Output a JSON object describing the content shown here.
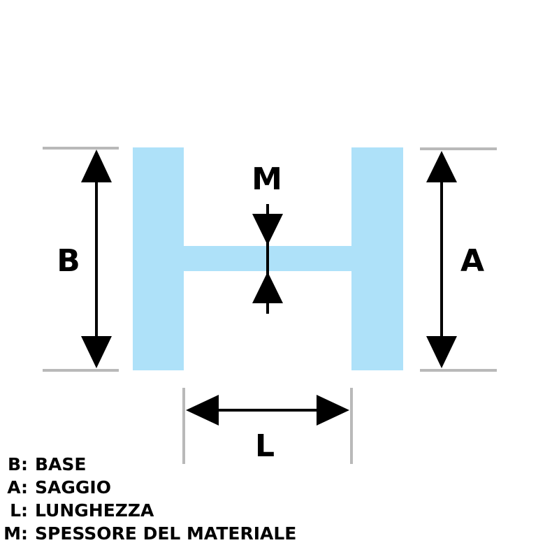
{
  "colors": {
    "profile_fill": "#aee1f9",
    "arrow": "#000000",
    "extension_line": "#b9b9b9",
    "text": "#000000"
  },
  "dimension_labels": {
    "base": "B",
    "height": "A",
    "length": "L",
    "thickness": "M"
  },
  "legend": [
    {
      "key": "B:",
      "text": "BASE"
    },
    {
      "key": "A:",
      "text": "SAGGIO"
    },
    {
      "key": "L:",
      "text": "LUNGHEZZA"
    },
    {
      "key": "M:",
      "text": "SPESSORE DEL MATERIALE"
    }
  ]
}
